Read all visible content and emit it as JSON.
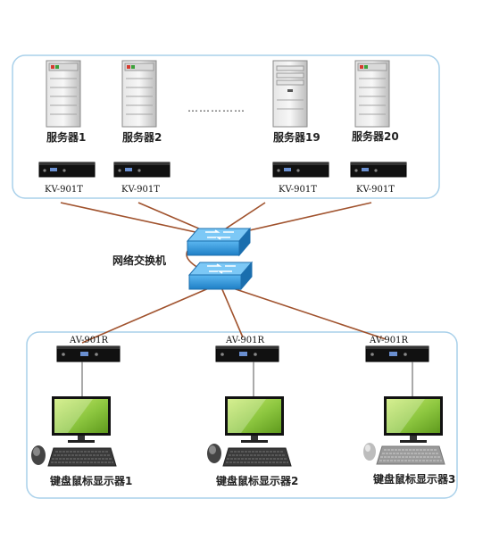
{
  "servers": [
    {
      "name": "服务器1",
      "device": "KV-901T"
    },
    {
      "name": "服务器2",
      "device": "KV-901T"
    },
    {
      "name": "服务器19",
      "device": "KV-901T"
    },
    {
      "name": "服务器20",
      "device": "KV-901T"
    }
  ],
  "ellipsis": "……………",
  "switch_label": "网络交换机",
  "consoles": [
    {
      "name": "键盘鼠标显示器1",
      "device": "AV-901R"
    },
    {
      "name": "键盘鼠标显示器2",
      "device": "AV-901R"
    },
    {
      "name": "键盘鼠标显示器3",
      "device": "AV-901R"
    }
  ],
  "colors": {
    "frame": "#9ecbe6",
    "cable": "#a0522d",
    "switch": "#3d9ad9",
    "screen": "#9acd32"
  }
}
